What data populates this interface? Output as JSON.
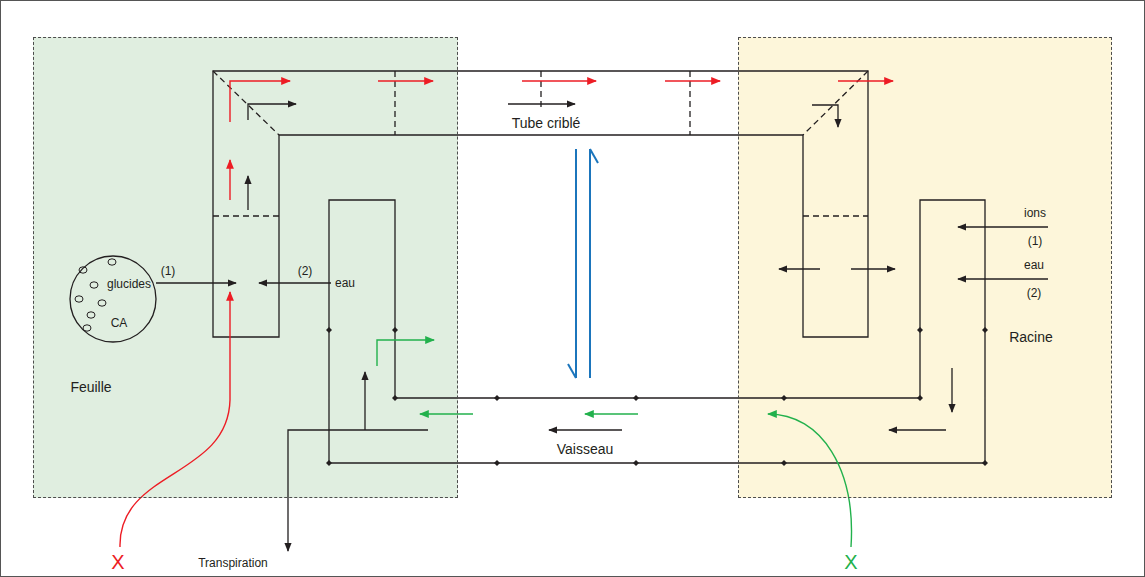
{
  "diagram": {
    "nodes": [
      {
        "text": [
          "Feuille"
        ]
      },
      {
        "text": [
          "glucides",
          "CA"
        ],
        "in": 0
      },
      {
        "text": [
          "Racine"
        ]
      },
      {
        "text": [
          "Tube criblé"
        ]
      },
      {
        "text": [
          "Vaisseau"
        ]
      }
    ],
    "edges": [
      {
        "from": 3,
        "to": 4,
        "arrow": "both"
      }
    ],
    "labels": [
      "(1)",
      "(2)",
      "eau",
      "ions",
      "(1)",
      "eau",
      "(2)",
      "X",
      "Transpiration",
      "X"
    ]
  }
}
